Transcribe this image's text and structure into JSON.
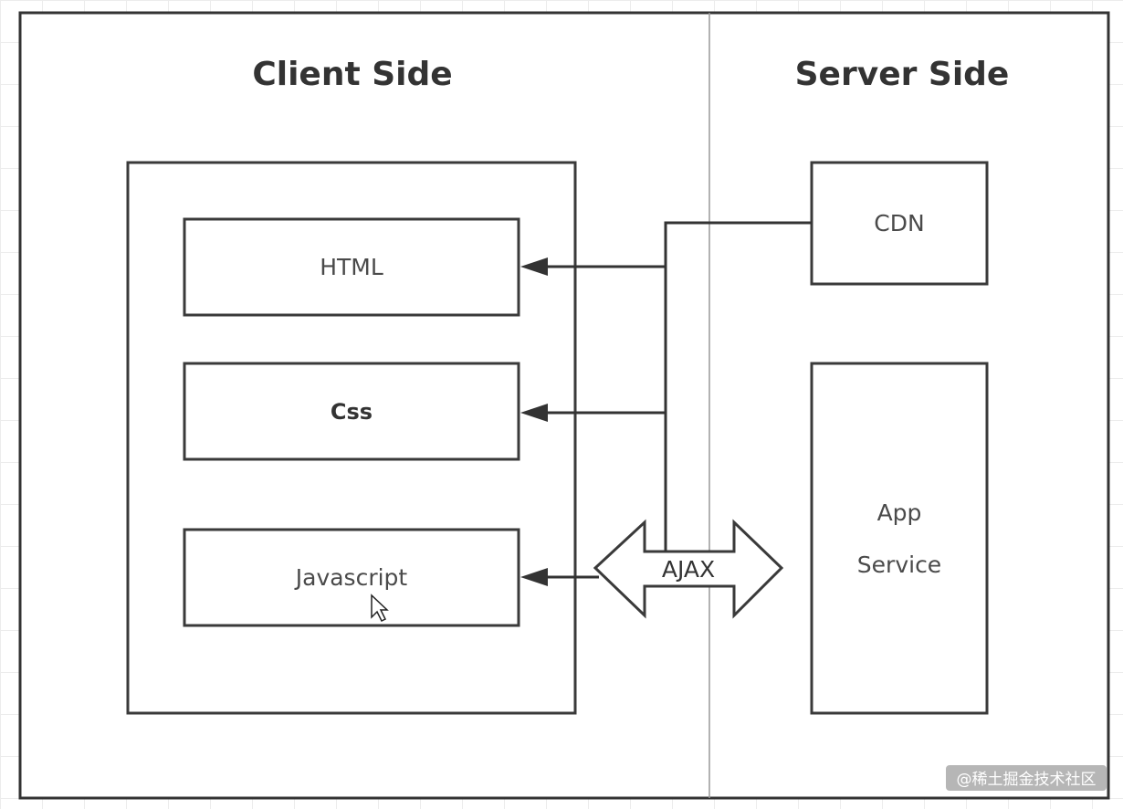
{
  "diagram": {
    "client_title": "Client  Side",
    "server_title": "Server  Side",
    "client_boxes": {
      "html": "HTML",
      "css": "Css",
      "javascript": "Javascript"
    },
    "server_boxes": {
      "cdn": "CDN",
      "app_line1": "App",
      "app_line2": "Service"
    },
    "connector_label": "AJAX"
  },
  "watermark": {
    "text": "@稀土掘金技术社区"
  },
  "icons": {
    "cursor": "mouse-pointer-icon"
  }
}
